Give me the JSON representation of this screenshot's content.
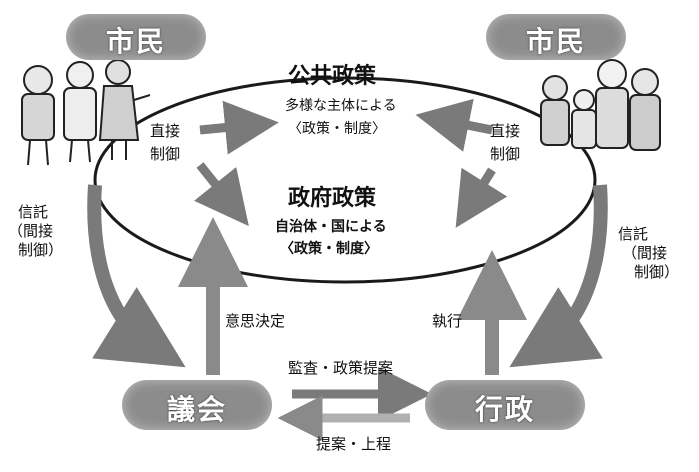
{
  "nodes": {
    "citizens_left": "市民",
    "citizens_right": "市民",
    "council": "議会",
    "administration": "行政"
  },
  "ellipse": {
    "public_policy": {
      "title": "公共政策",
      "line1": "多様な主体による",
      "line2": "〈政策・制度〉"
    },
    "government_policy": {
      "title": "政府政策",
      "line1": "自治体・国による",
      "line2": "〈政策・制度〉"
    }
  },
  "labels": {
    "direct_left": [
      "直接",
      "制御"
    ],
    "direct_right": [
      "直接",
      "制御"
    ],
    "trust_left": [
      "信託",
      "（間接",
      "制御）"
    ],
    "trust_right": [
      "信託",
      "（間接",
      "制御）"
    ],
    "decision": "意思決定",
    "execution": "執行",
    "audit": "監査・政策提案",
    "proposal": "提案・上程"
  },
  "colors": {
    "pill": "#8c8c8c",
    "arrow": "#7a7a7a",
    "ellipse": "#1a1a1a"
  }
}
